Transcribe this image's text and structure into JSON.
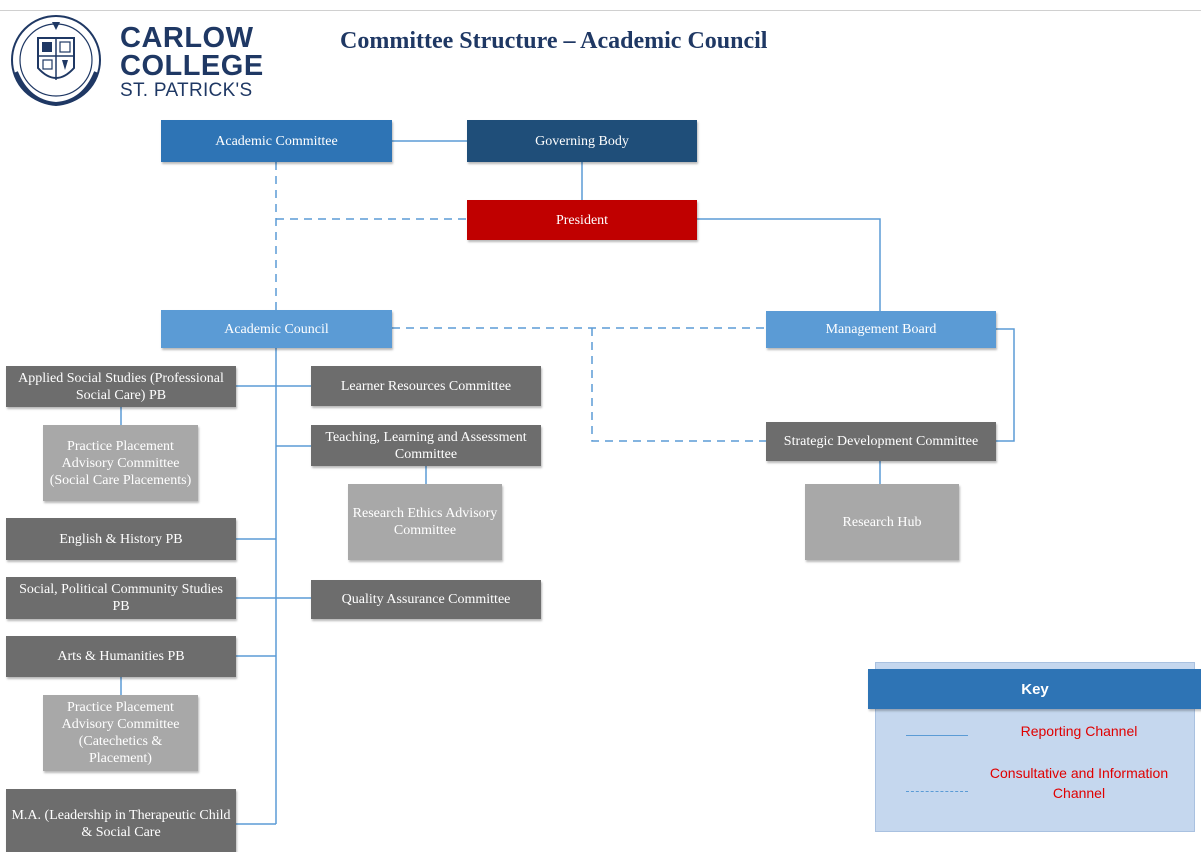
{
  "title": "Committee Structure – Academic Council",
  "logo": {
    "line1": "CARLOW",
    "line2": "COLLEGE",
    "line3": "ST. PATRICK'S"
  },
  "nodes": {
    "academic_committee": "Academic Committee",
    "governing_body": "Governing Body",
    "president": "President",
    "academic_council": "Academic Council",
    "management_board": "Management Board",
    "applied_social_studies": "Applied Social Studies (Professional Social Care) PB",
    "practice_placement_social_care": "Practice Placement Advisory Committee (Social Care Placements)",
    "english_history": "English & History PB",
    "social_political": "Social, Political Community Studies PB",
    "arts_humanities": "Arts & Humanities PB",
    "practice_placement_catechetics": "Practice Placement Advisory Committee (Catechetics & Placement)",
    "ma_leadership": "M.A. (Leadership in Therapeutic Child & Social Care",
    "learner_resources": "Learner Resources Committee",
    "teaching_learning": "Teaching, Learning and Assessment Committee",
    "research_ethics": "Research Ethics Advisory Committee",
    "quality_assurance": "Quality Assurance Committee",
    "strategic_development": "Strategic Development Committee",
    "research_hub": "Research Hub"
  },
  "key": {
    "title": "Key",
    "reporting": "Reporting Channel",
    "consultative": "Consultative and Information Channel"
  },
  "colors": {
    "connector": "#5b9bd5",
    "key_label": "#e00000",
    "title": "#1f3864"
  }
}
